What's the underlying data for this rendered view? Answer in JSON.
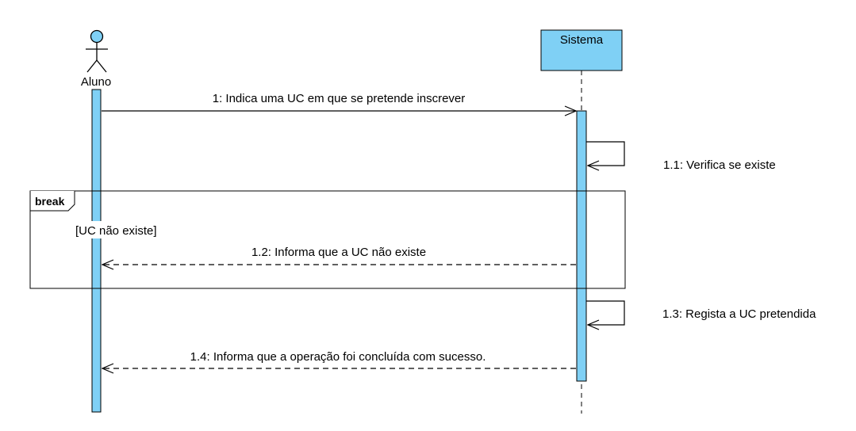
{
  "diagram": {
    "colors": {
      "lifeline_fill": "#7fd0f5",
      "stroke": "#000000",
      "background": "#ffffff"
    },
    "actor": {
      "name": "Aluno",
      "icon": "stick-figure-actor-icon"
    },
    "system": {
      "name": "Sistema"
    },
    "messages": {
      "m1": "1: Indica uma UC em que se pretende inscrever",
      "m1_1": "1.1: Verifica se existe",
      "m1_2": "1.2: Informa que a UC não existe",
      "m1_3": "1.3: Regista a UC pretendida",
      "m1_4": "1.4: Informa que a operação foi concluída com sucesso."
    },
    "fragment": {
      "operator": "break",
      "guard": "[UC não existe]"
    }
  }
}
